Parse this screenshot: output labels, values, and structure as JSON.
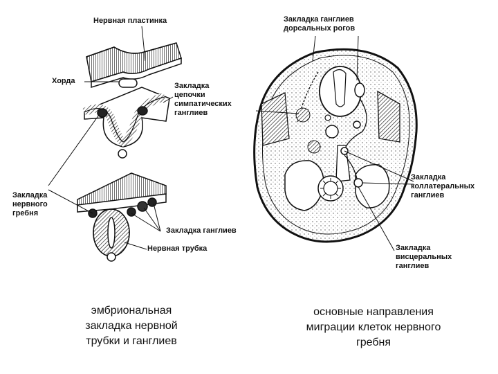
{
  "left": {
    "neural_plate": "Нервная пластинка",
    "chorda": "Хорда",
    "sympathetic_chain": "Закладка\nцепочки\nсимпатических\nганглиев",
    "neural_crest": "Закладка\nнервного\nгребня",
    "ganglia": "Закладка ганглиев",
    "neural_tube": "Нервная трубка",
    "caption": "эмбриональная\nзакладка нервной\nтрубки и ганглиев"
  },
  "right": {
    "dorsal_root_ganglia": "Закладка ганглиев\nдорсальных рогов",
    "collateral_ganglia": "Закладка\nколлатеральных\nганглиев",
    "visceral_ganglia": "Закладка\nвисцеральных\nганглиев",
    "caption": "основные направления\nмиграции клеток нервного\nгребня"
  },
  "colors": {
    "ink": "#111111",
    "shade": "#cfcfcf",
    "paper": "#ffffff"
  }
}
